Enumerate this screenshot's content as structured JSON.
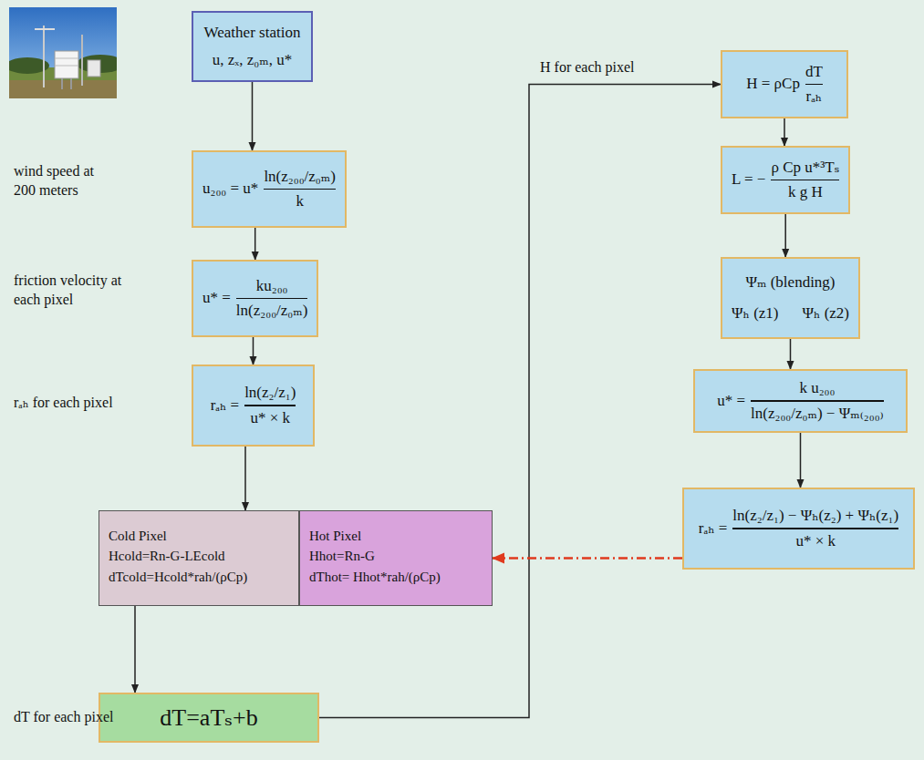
{
  "diagram": {
    "nodes": [
      {
        "text": [
          "Weather station",
          "u, zₓ, z₀ₘ, u*"
        ]
      },
      {
        "text": [
          "u₂₀₀ = u*",
          "ln(z₂₀₀/z₀ₘ)",
          "k"
        ]
      },
      {
        "text": [
          "u* =",
          "ku₂₀₀",
          "ln(z₂₀₀/z₀ₘ)"
        ]
      },
      {
        "text": [
          "rₐₕ =",
          "ln(z₂/z₁)",
          "u* × k"
        ]
      },
      {
        "text": [
          "Cold Pixel",
          "Hcold=Rn-G-LEcold",
          "dTcold=Hcold*rah/(ρCp)"
        ]
      },
      {
        "text": [
          "Hot Pixel",
          "Hhot=Rn-G",
          "dThot= Hhot*rah/(ρCp)"
        ]
      },
      {
        "text": [
          "dT=aTₛ+b"
        ]
      },
      {
        "text": [
          "H = ρCp",
          "dT",
          "rₐₕ"
        ]
      },
      {
        "text": [
          "L = −",
          "ρ Cp u*³Tₛ",
          "k g H"
        ]
      },
      {
        "text": [
          "Ψₘ (blending)",
          "Ψₕ (z1)",
          "Ψₕ (z2)"
        ]
      },
      {
        "text": [
          "u* =",
          "k u₂₀₀",
          "ln(z₂₀₀/z₀ₘ) − Ψₘ₍₂₀₀₎"
        ]
      },
      {
        "text": [
          "rₐₕ =",
          "ln(z₂/z₁) − Ψₕ(z₂) + Ψₕ(z₁)",
          "u* × k"
        ]
      }
    ],
    "edges": [
      {
        "from": 0,
        "to": 1,
        "arrow": "to"
      },
      {
        "from": 1,
        "to": 2,
        "arrow": "to"
      },
      {
        "from": 2,
        "to": 3,
        "arrow": "to"
      },
      {
        "from": 3,
        "to": 4,
        "arrow": "to"
      },
      {
        "from": 4,
        "to": 6,
        "arrow": "to"
      },
      {
        "from": 6,
        "to": 7,
        "arrow": "to"
      },
      {
        "from": 7,
        "to": 8,
        "arrow": "to"
      },
      {
        "from": 8,
        "to": 9,
        "arrow": "to"
      },
      {
        "from": 9,
        "to": 10,
        "arrow": "to"
      },
      {
        "from": 10,
        "to": 11,
        "arrow": "to"
      },
      {
        "from": 11,
        "to": 5,
        "arrow": "to"
      }
    ],
    "labels": [
      "wind speed at 200 meters",
      "friction velocity at each pixel",
      "rₐₕ for each pixel",
      "dT for each pixel",
      "H for each pixel"
    ]
  }
}
